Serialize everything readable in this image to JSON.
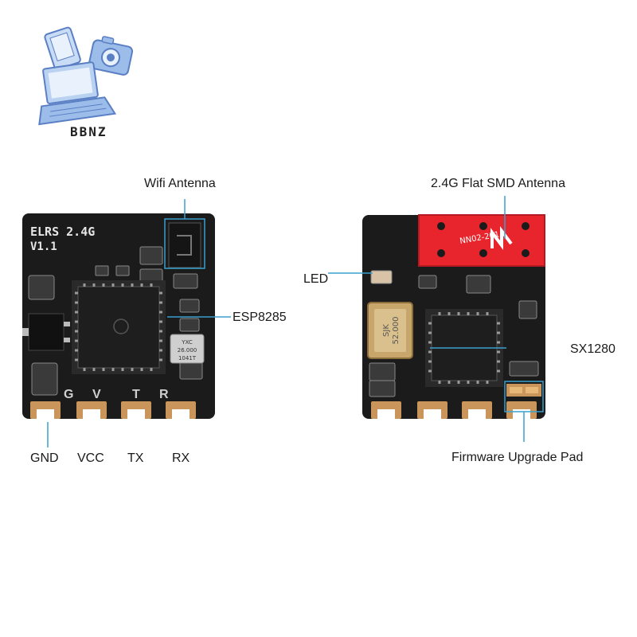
{
  "brand": {
    "logo_text": "BBNZ"
  },
  "left_board": {
    "silkscreen_line1": "ELRS 2.4G",
    "silkscreen_line2": "V1.1",
    "crystal_text": [
      "YXC",
      "26.000",
      "1041T"
    ],
    "pad_letters": [
      "G",
      "V",
      "T",
      "R"
    ]
  },
  "right_board": {
    "antenna_text": "NN02-201",
    "crystal_text": [
      "SJK",
      "52.000"
    ]
  },
  "callouts": {
    "wifi_antenna": "Wifi Antenna",
    "esp8285": "ESP8285",
    "gnd": "GND",
    "vcc": "VCC",
    "tx": "TX",
    "rx": "RX",
    "smd_antenna": "2.4G Flat SMD Antenna",
    "led": "LED",
    "sx1280": "SX1280",
    "firmware_pad": "Firmware Upgrade Pad"
  },
  "colors": {
    "pcb": "#1b1b1b",
    "pad_gold": "#c9955a",
    "antenna_red": "#e8242c",
    "callout_line": "#3aa0d0"
  }
}
